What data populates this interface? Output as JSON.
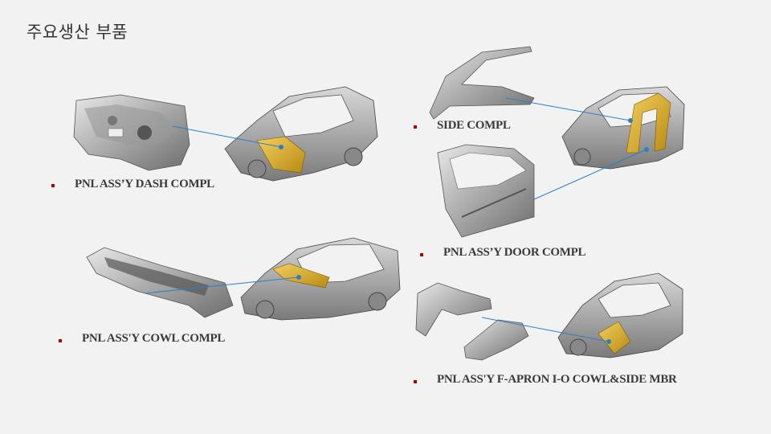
{
  "slide": {
    "title": "주요생산 부품"
  },
  "parts": [
    {
      "label": "PNL ASS’Y DASH COMPL"
    },
    {
      "label": "SIDE COMPL"
    },
    {
      "label": "PNL ASS’Y DOOR COMPL"
    },
    {
      "label": "PNL ASS'Y COWL COMPL"
    },
    {
      "label": "PNL ASS'Y F-APRON I-O COWL&SIDE MBR"
    }
  ],
  "colors": {
    "bullet": "#b30000",
    "connector": "#2b7fc9",
    "highlight": "#e0b020"
  }
}
